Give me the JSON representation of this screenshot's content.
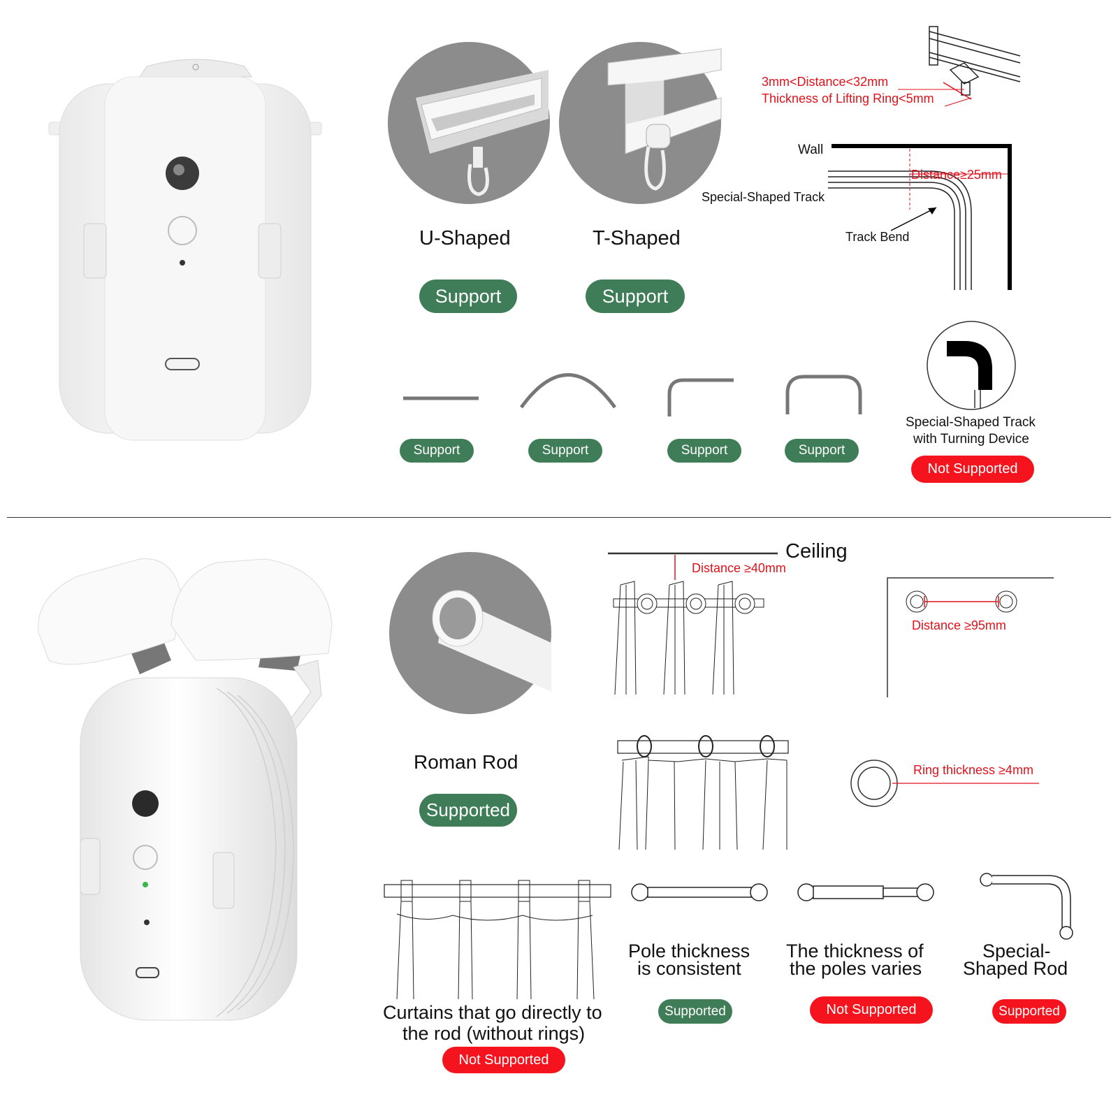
{
  "colors": {
    "support_green": "#3e7d57",
    "not_supported_red": "#f5141e",
    "annotation_red": "#e0121c",
    "photo_gray": "#8c8c8c"
  },
  "track_section": {
    "u_shaped": {
      "label": "U-Shaped",
      "status": "Support"
    },
    "t_shaped": {
      "label": "T-Shaped",
      "status": "Support"
    },
    "distance_range": "3mm<Distance<32mm",
    "ring_thickness": "Thickness of Lifting Ring<5mm",
    "wall_label": "Wall",
    "distance_wall": "Distance≥25mm",
    "special_track": "Special-Shaped Track",
    "track_bend": "Track Bend",
    "shape_statuses": [
      "Support",
      "Support",
      "Support",
      "Support"
    ],
    "turning_device": {
      "line1": "Special-Shaped Track",
      "line2": "with Turning Device",
      "status": "Not Supported"
    }
  },
  "rod_section": {
    "roman_rod": {
      "label": "Roman Rod",
      "status": "Supported"
    },
    "ceiling_label": "Ceiling",
    "ceiling_distance": "Distance ≥40mm",
    "ring_distance": "Distance ≥95mm",
    "ring_thickness": "Ring thickness ≥4mm",
    "direct_rod": {
      "line1": "Curtains that go directly to",
      "line2": "the rod (without rings)",
      "status": "Not Supported"
    },
    "pole_consistent": {
      "line1": "Pole thickness",
      "line2": "is consistent",
      "status": "Supported"
    },
    "pole_varies": {
      "line1": "The thickness of",
      "line2": "the poles varies",
      "status": "Not Supported"
    },
    "special_rod": {
      "line1": "Special-",
      "line2": "Shaped Rod",
      "status": "Supported"
    }
  }
}
